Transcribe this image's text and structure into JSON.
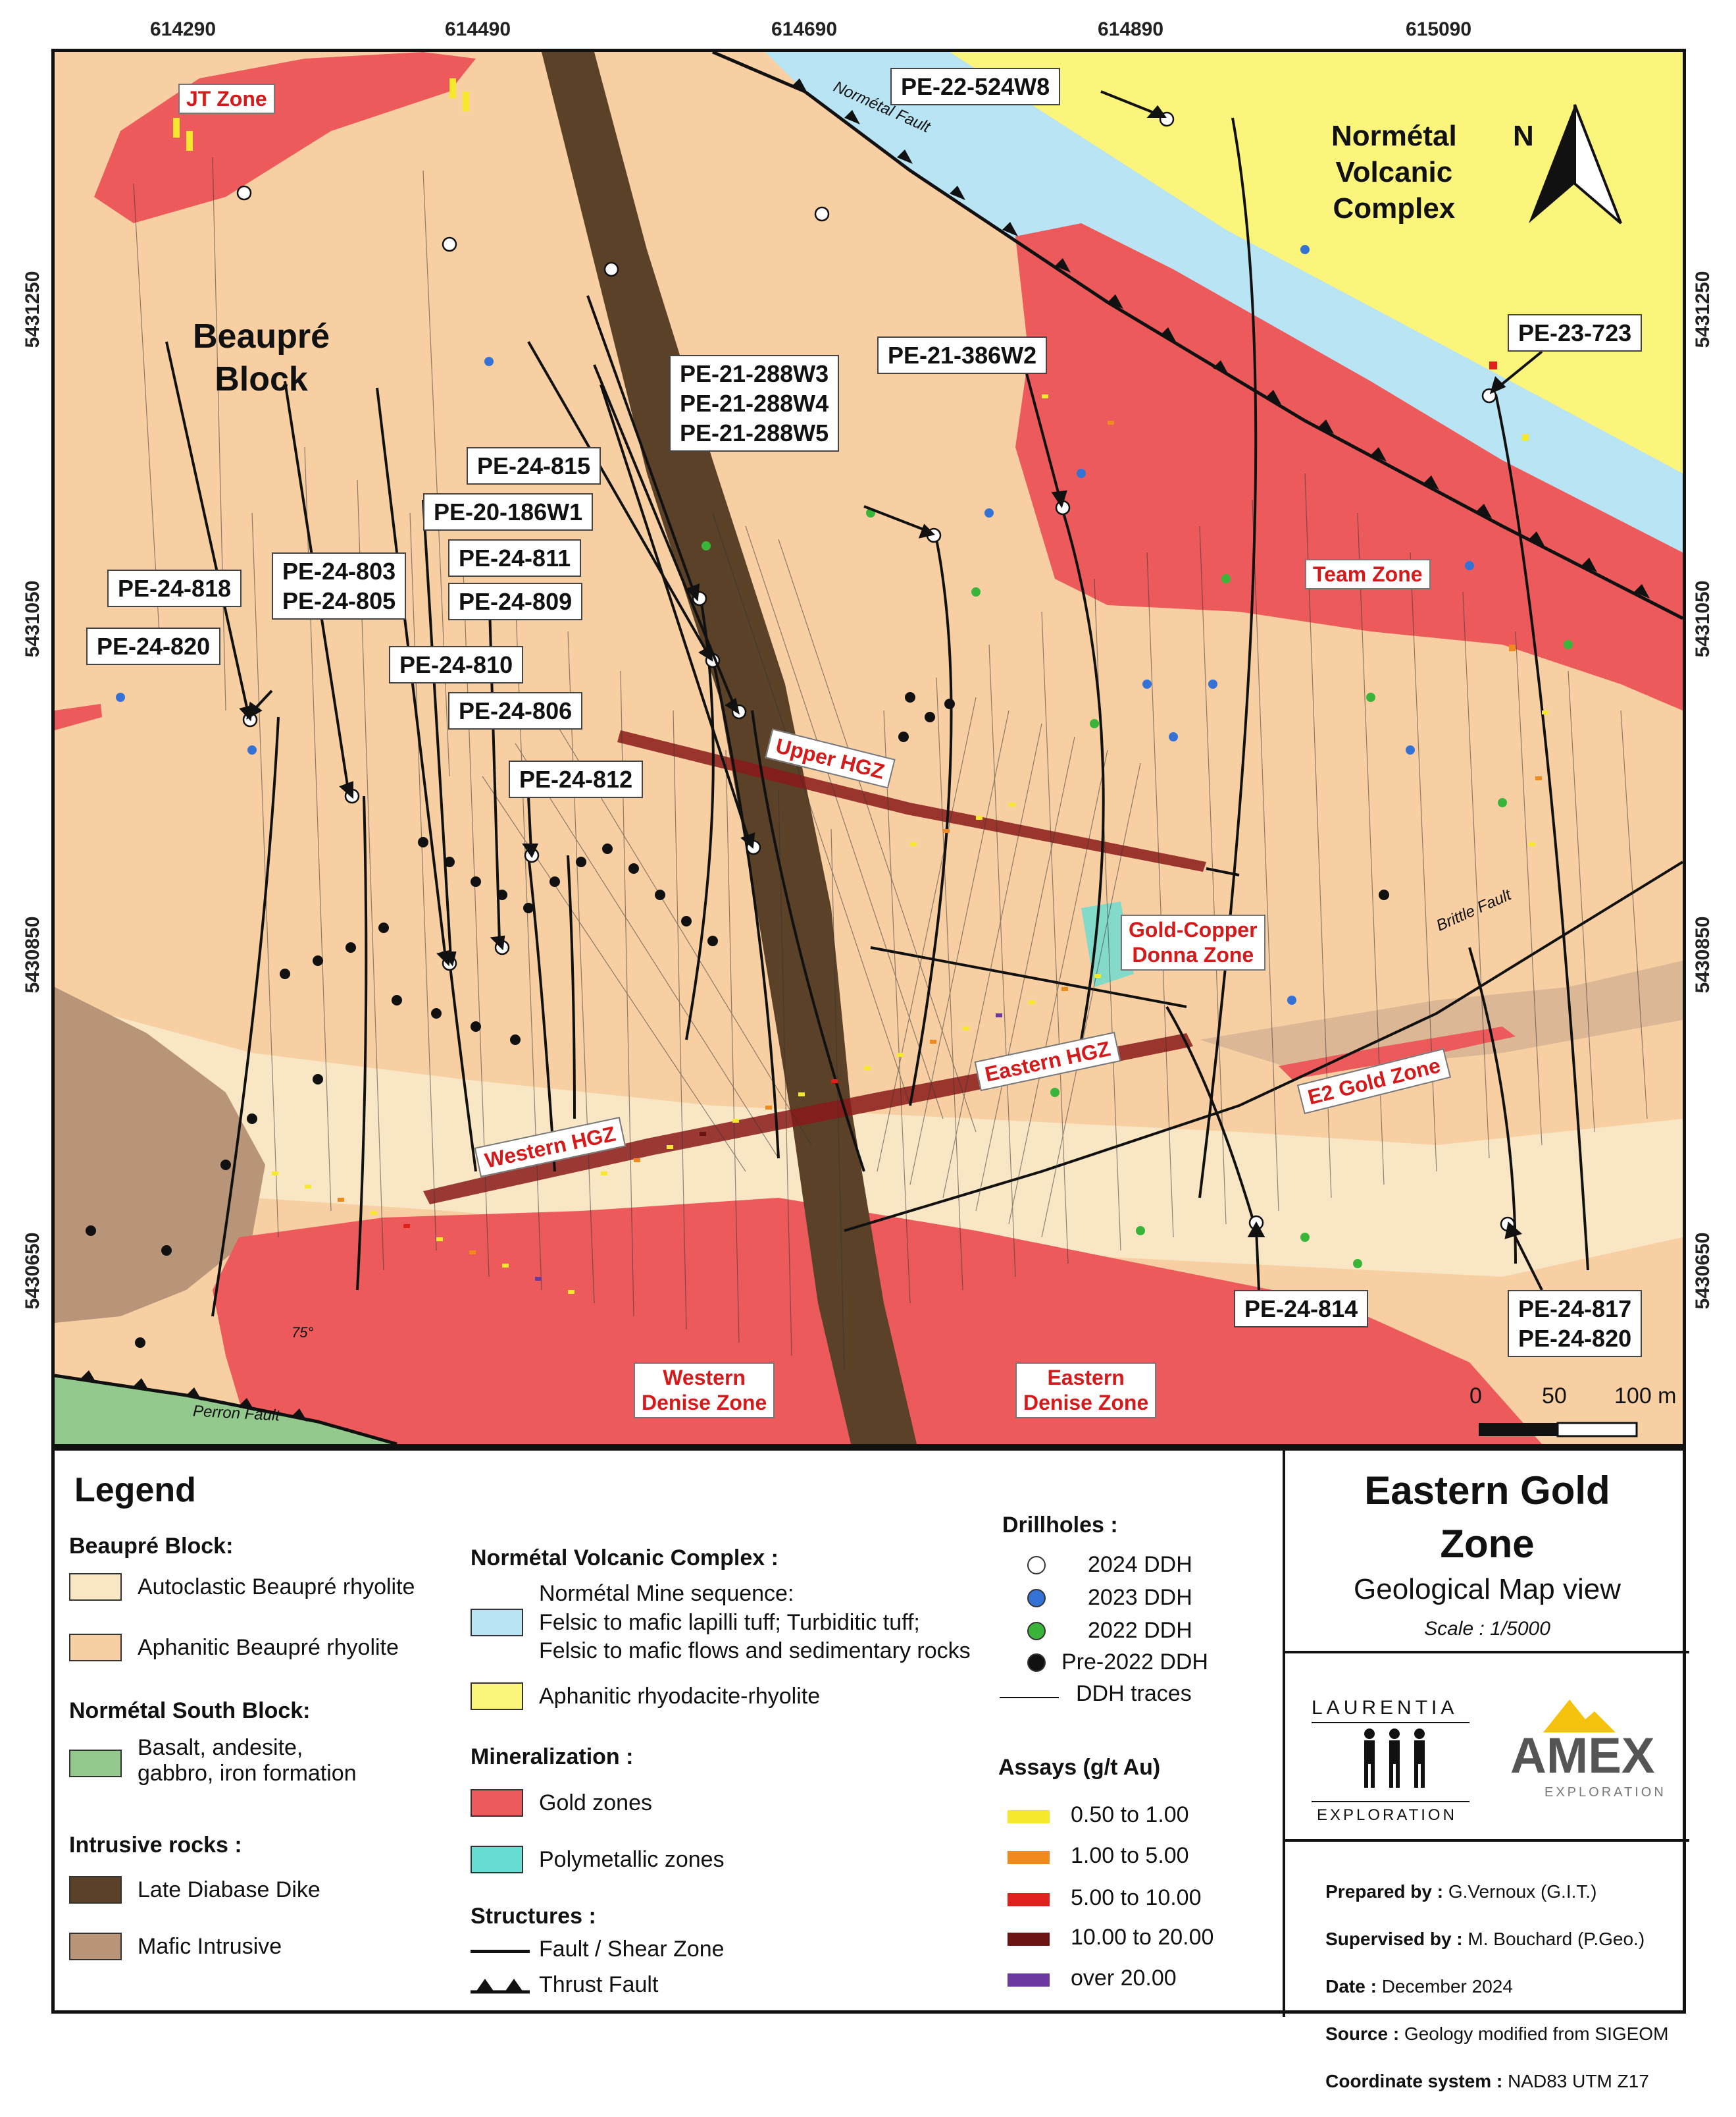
{
  "coords": {
    "top": [
      "614290",
      "614490",
      "614690",
      "614890",
      "615090"
    ],
    "left": [
      "5431250",
      "5431050",
      "5430850",
      "5430650"
    ],
    "right": [
      "5431250",
      "5431050",
      "5430850",
      "5430650"
    ]
  },
  "map": {
    "north_letter": "N",
    "blocks": {
      "beaupre": "Beaupré\nBlock",
      "normetal": "Normétal\nVolcanic\nComplex"
    },
    "faults": {
      "normetal": "Normétal Fault",
      "brittle": "Brittle Fault",
      "perron": "Perron Fault",
      "dip": "75°"
    },
    "zones": {
      "jt": "JT Zone",
      "team": "Team Zone",
      "upper_hgz": "Upper HGZ",
      "gold_copper": "Gold-Copper\nDonna Zone",
      "eastern_hgz": "Eastern HGZ",
      "western_hgz": "Western HGZ",
      "e2": "E2 Gold Zone",
      "western_denise": "Western\nDenise Zone",
      "eastern_denise": "Eastern\nDenise Zone"
    },
    "drillholes": {
      "pe22_524w8": "PE-22-524W8",
      "pe23_723": "PE-23-723",
      "pe21_386w2": "PE-21-386W2",
      "pe21_288": "PE-21-288W3\nPE-21-288W4\nPE-21-288W5",
      "pe24_815": "PE-24-815",
      "pe20_186w1": "PE-20-186W1",
      "pe24_811": "PE-24-811",
      "pe24_809": "PE-24-809",
      "pe24_803": "PE-24-803\nPE-24-805",
      "pe24_818": "PE-24-818",
      "pe24_820a": "PE-24-820",
      "pe24_810": "PE-24-810",
      "pe24_806": "PE-24-806",
      "pe24_812": "PE-24-812",
      "pe24_814": "PE-24-814",
      "pe24_817": "PE-24-817\nPE-24-820"
    },
    "scale_bar": {
      "ticks": [
        "0",
        "50",
        "100 m"
      ]
    }
  },
  "legend": {
    "title": "Legend",
    "beaupre_heading": "Beaupré Block:",
    "autoclastic": "Autoclastic Beaupré rhyolite",
    "aphanitic": "Aphanitic Beaupré rhyolite",
    "south_heading": "Normétal South Block:",
    "basalt": "Basalt, andesite,\ngabbro, iron formation",
    "intrusive_heading": "Intrusive rocks :",
    "diabase": "Late Diabase Dike",
    "mafic": "Mafic Intrusive",
    "nvc_heading": "Normétal Volcanic Complex :",
    "mine_seq": "Normétal Mine sequence:",
    "felsic": "Felsic to mafic lapilli tuff; Turbiditic tuff;\nFelsic to mafic flows and sedimentary rocks",
    "rhyodacite": "Aphanitic rhyodacite-rhyolite",
    "mineral_heading": "Mineralization :",
    "gold_zones": "Gold zones",
    "poly_zones": "Polymetallic zones",
    "struct_heading": "Structures :",
    "fault": "Fault / Shear Zone",
    "thrust": "Thrust Fault",
    "drill_heading": "Drillholes :",
    "ddh_2024": "2024 DDH",
    "ddh_2023": "2023 DDH",
    "ddh_2022": "2022 DDH",
    "ddh_pre": "Pre-2022 DDH",
    "ddh_traces": "DDH traces",
    "assay_heading": "Assays (g/t Au)",
    "assays": [
      "0.50 to 1.00",
      "1.00 to 5.00",
      "5.00 to 10.00",
      "10.00 to 20.00",
      "over 20.00"
    ]
  },
  "title_block": {
    "title": "Eastern Gold\nZone",
    "subtitle": "Geological Map view",
    "scale": "Scale : 1/5000",
    "laurentia": "LAURENTIA",
    "laurentia_sub": "EXPLORATION",
    "amex": "AMEX",
    "amex_sub": "EXPLORATION",
    "prepared_label": "Prepared by :",
    "prepared_value": " G.Vernoux (G.I.T.)",
    "supervised_label": "Supervised by :",
    "supervised_value": " M. Bouchard (P.Geo.)",
    "date_label": "Date :",
    "date_value": " December 2024",
    "source_label": "Source :",
    "source_value": " Geology modified from SIGEOM",
    "coord_label": "Coordinate system :",
    "coord_value": " NAD83 UTM Z17"
  },
  "colors": {
    "aphanitic_beaupre": "#f7cfa3",
    "autoclastic_beaupre": "#f8e6c4",
    "basalt": "#93c98c",
    "diabase": "#5a4128",
    "mafic_intrusive": "#b89478",
    "felsic_tuff": "#b8e4f4",
    "rhyodacite": "#fbf57c",
    "gold_zone": "#ec5a5c",
    "polymetallic": "#67dcd2",
    "ddh_2024": "#ffffff",
    "ddh_2023": "#3572d6",
    "ddh_2022": "#3ab53a",
    "ddh_pre": "#111111",
    "assay_050": "#f6e82a",
    "assay_100": "#f08a1c",
    "assay_500": "#e0201a",
    "assay_1000": "#6b1212",
    "assay_2000": "#6a3aa0"
  }
}
